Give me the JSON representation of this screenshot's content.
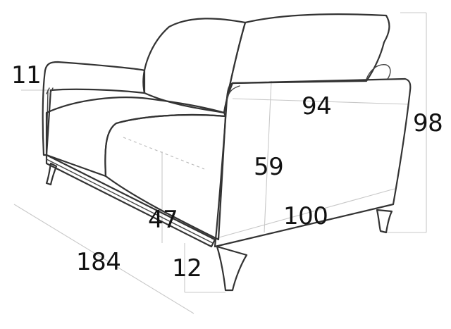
{
  "dimensions": {
    "arm_width": "11",
    "depth": "94",
    "height": "98",
    "arm_height": "59",
    "seat_depth": "47",
    "seat_height_detail": "100",
    "width": "184",
    "leg_height": "12"
  },
  "colors": {
    "line": "#333333",
    "guide": "#c8c8c8",
    "text": "#111111"
  }
}
